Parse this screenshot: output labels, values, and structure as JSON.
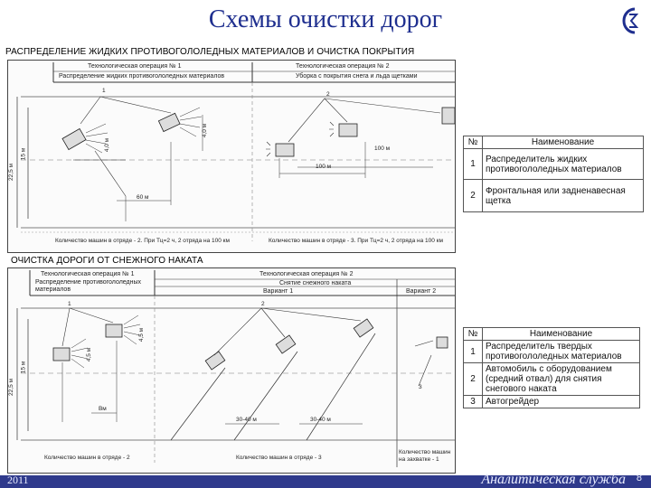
{
  "title": "Схемы очистки дорог",
  "section1": {
    "heading": "РАСПРЕДЕЛЕНИЕ ЖИДКИХ ПРОТИВОГОЛОЛЕДНЫХ МАТЕРИАЛОВ И ОЧИСТКА ПОКРЫТИЯ",
    "op1_title": "Технологическая операция № 1",
    "op1_sub": "Распределение жидких противогололедных материалов",
    "op2_title": "Технологическая операция № 2",
    "op2_sub": "Уборка с покрытия снега и льда щетками",
    "dim_width": "22,5 м",
    "dim_inner": "15 м",
    "dim_spray": "4,0 м",
    "dim_spray2": "4,0 м",
    "dim_60": "60 м",
    "dim_100a": "100 м",
    "dim_100b": "100 м",
    "marker1": "1",
    "marker2": "2",
    "note1": "Количество машин в отряде - 2. При Тц=2 ч, 2 отряда на 100 км",
    "note2": "Количество машин в отряде - 3. При Тц=2 ч, 2 отряда на 100 км",
    "legend_header_no": "№",
    "legend_header_name": "Наименование",
    "legend": [
      {
        "no": "1",
        "name": "Распределитель жидких противогололедных материалов"
      },
      {
        "no": "2",
        "name": "Фронтальная или задненавесная щетка"
      }
    ]
  },
  "section2": {
    "heading": "ОЧИСТКА ДОРОГИ ОТ СНЕЖНОГО НАКАТА",
    "op1_title": "Технологическая операция № 1",
    "op1_sub": "Распределение противогололедных материалов",
    "op2_title": "Технологическая операция № 2",
    "op2_sub": "Снятие снежного наката",
    "variant1": "Вариант 1",
    "variant2": "Вариант 2",
    "dim_width": "22,5 м",
    "dim_inner": "15 м",
    "dim_spray": "4,5 м",
    "dim_spray2": "4,5 м",
    "dim_b": "Вм",
    "dim_3040a": "30-40 м",
    "dim_3040b": "30-40 м",
    "marker1": "1",
    "marker2": "2",
    "marker3": "3",
    "note1": "Количество машин в отряде - 2",
    "note2": "Количество машин в отряде - 3",
    "note3": "Количество машин на захватке - 1",
    "legend_header_no": "№",
    "legend_header_name": "Наименование",
    "legend": [
      {
        "no": "1",
        "name": "Распределитель твердых противогололедных материалов"
      },
      {
        "no": "2",
        "name": "Автомобиль с оборудованием (средний отвал) для снятия снегового наката"
      },
      {
        "no": "3",
        "name": "Автогрейдер"
      }
    ]
  },
  "footer": {
    "year": "2011",
    "service": "Аналитическая служба",
    "page": "8"
  },
  "colors": {
    "title": "#1f2f8f",
    "footer": "#2f3a8c"
  }
}
